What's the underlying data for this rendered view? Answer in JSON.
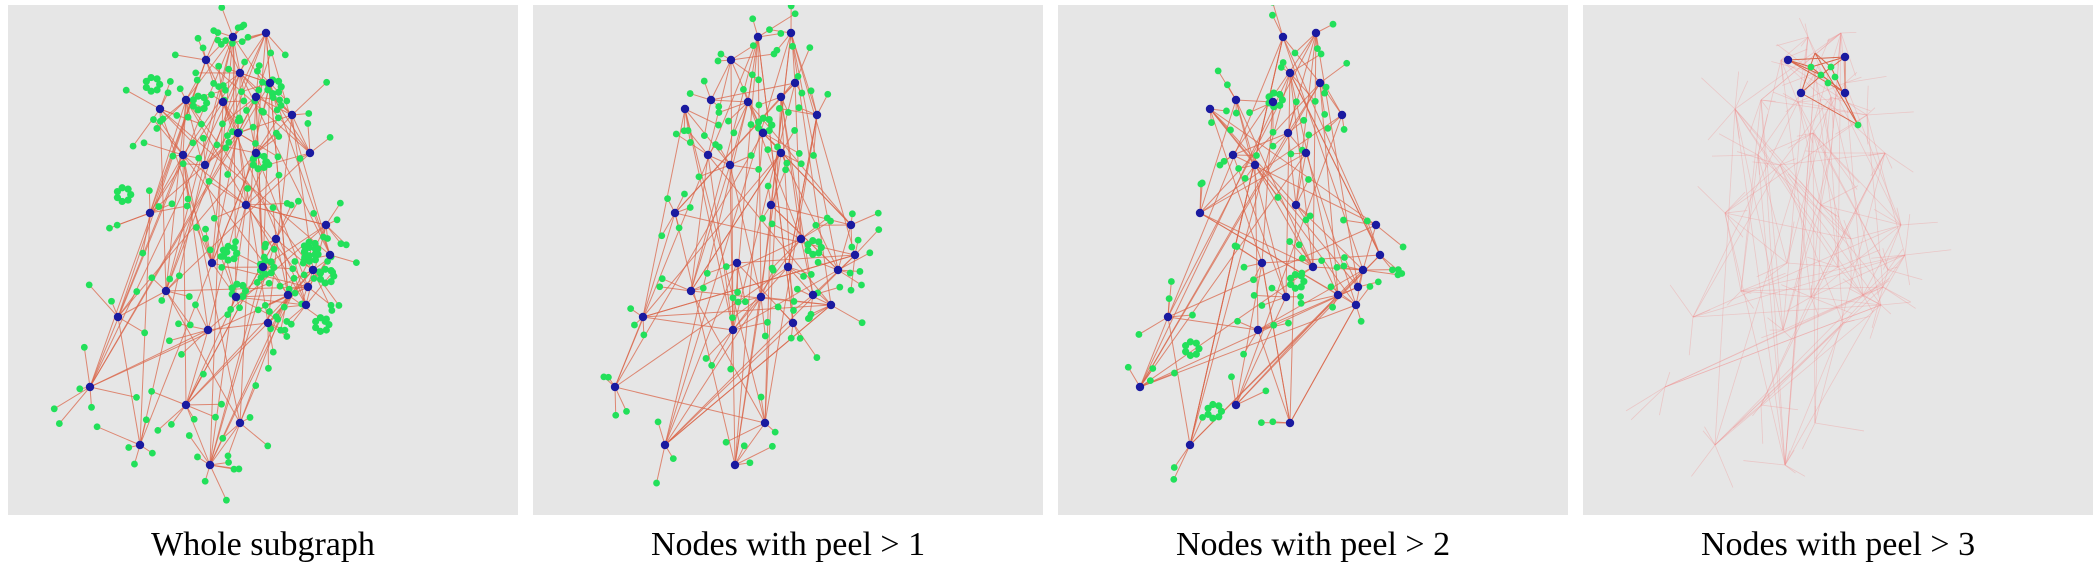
{
  "colors": {
    "background": "#ffffff",
    "panel": "#e6e6e6",
    "edge": "#d9664a",
    "faint_edge": "#f08c8c",
    "core_node": "#1a1aa0",
    "leaf_node": "#22e05a"
  },
  "panels": [
    {
      "caption": "Whole subgraph"
    },
    {
      "caption": "Nodes with peel > 1"
    },
    {
      "caption": "Nodes with peel > 2"
    },
    {
      "caption": "Nodes with peel > 3"
    }
  ]
}
